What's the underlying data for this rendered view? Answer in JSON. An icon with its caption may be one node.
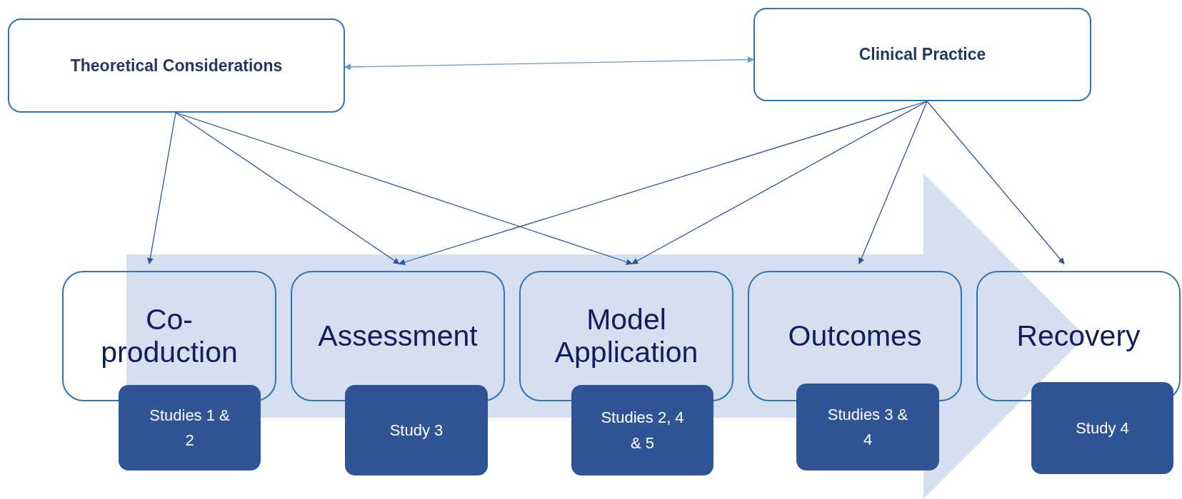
{
  "diagram": {
    "nodes": [
      {
        "text": [
          "Theoretical Considerations"
        ]
      },
      {
        "text": [
          "Clinical Practice"
        ]
      },
      {
        "text": [
          "Co-production"
        ]
      },
      {
        "text": [
          "Assessment"
        ]
      },
      {
        "text": [
          "Model Application"
        ]
      },
      {
        "text": [
          "Outcomes"
        ]
      },
      {
        "text": [
          "Recovery"
        ]
      },
      {
        "text": [
          "Studies 1 & 2"
        ]
      },
      {
        "text": [
          "Study 3"
        ]
      },
      {
        "text": [
          "Studies 2, 4 & 5"
        ]
      },
      {
        "text": [
          "Studies 3 & 4"
        ]
      },
      {
        "text": [
          "Study 4"
        ]
      }
    ],
    "edges": [
      {
        "from": 0,
        "to": 1,
        "arrow": "both",
        "color": "#5b9bd5"
      },
      {
        "from": 0,
        "to": 2,
        "arrow": "to"
      },
      {
        "from": 0,
        "to": 3,
        "arrow": "to"
      },
      {
        "from": 0,
        "to": 4,
        "arrow": "to"
      },
      {
        "from": 1,
        "to": 3,
        "arrow": "to"
      },
      {
        "from": 1,
        "to": 4,
        "arrow": "to"
      },
      {
        "from": 1,
        "to": 5,
        "arrow": "to"
      },
      {
        "from": 1,
        "to": 6,
        "arrow": "to"
      }
    ]
  }
}
